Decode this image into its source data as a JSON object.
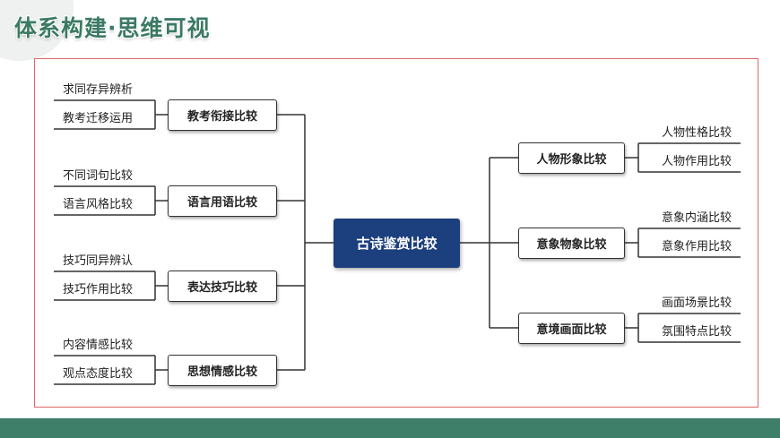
{
  "header": {
    "title": "体系构建·思维可视"
  },
  "mindmap": {
    "center": "古诗鉴赏比较",
    "left": [
      {
        "label": "教考衔接比较",
        "items": [
          "求同存异辨析",
          "教考迁移运用"
        ]
      },
      {
        "label": "语言用语比较",
        "items": [
          "不同词句比较",
          "语言风格比较"
        ]
      },
      {
        "label": "表达技巧比较",
        "items": [
          "技巧同异辨认",
          "技巧作用比较"
        ]
      },
      {
        "label": "思想情感比较",
        "items": [
          "内容情感比较",
          "观点态度比较"
        ]
      }
    ],
    "right": [
      {
        "label": "人物形象比较",
        "items": [
          "人物性格比较",
          "人物作用比较"
        ]
      },
      {
        "label": "意象物象比较",
        "items": [
          "意象内涵比较",
          "意象作用比较"
        ]
      },
      {
        "label": "意境画面比较",
        "items": [
          "画面场景比较",
          "氛围特点比较"
        ]
      }
    ]
  },
  "colors": {
    "header_text": "#3b7a63",
    "center_fill": "#1c3f7d",
    "frame_border": "#e06666",
    "bottom_bar": "#3e7f6a"
  }
}
